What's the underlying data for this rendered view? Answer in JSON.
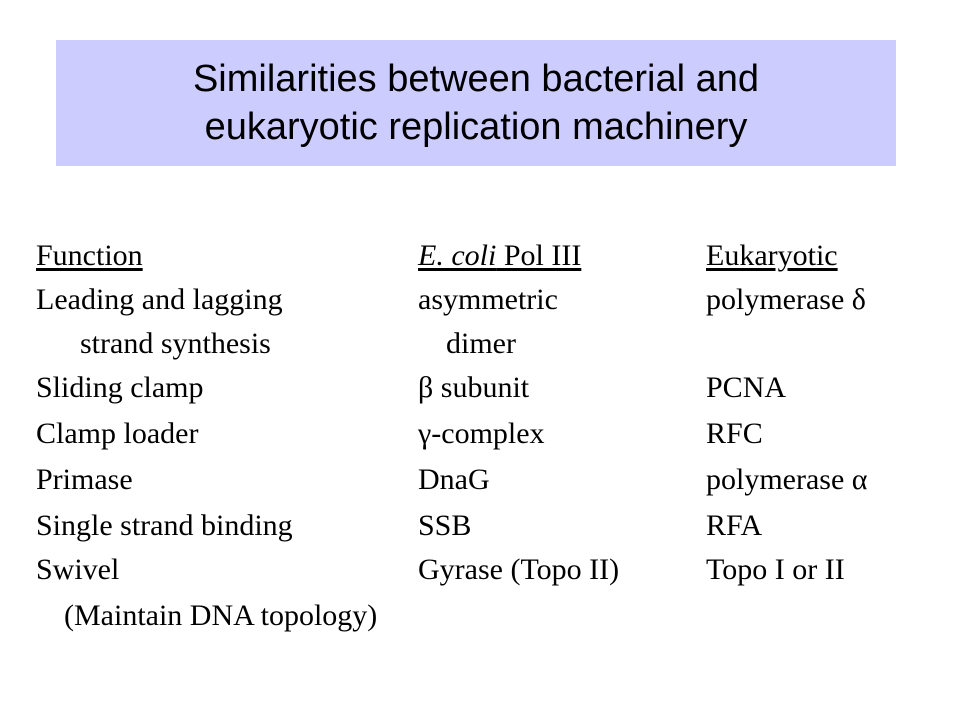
{
  "title": {
    "line1": "Similarities between bacterial and",
    "line2": "eukaryotic replication machinery"
  },
  "table": {
    "header": {
      "function": "Function",
      "ecoli_italic": "E. coli",
      "ecoli_rest": " Pol III",
      "eukaryotic": "Eukaryotic"
    },
    "rows": [
      {
        "function": "Leading and lagging",
        "ecoli": "asymmetric",
        "eukaryotic": "polymerase δ"
      },
      {
        "function": "strand synthesis",
        "ecoli": "dimer",
        "eukaryotic": ""
      },
      {
        "function": "Sliding clamp",
        "ecoli": "β subunit",
        "eukaryotic": "PCNA"
      },
      {
        "function": "Clamp loader",
        "ecoli": "γ-complex",
        "eukaryotic": "RFC"
      },
      {
        "function": "Primase",
        "ecoli": "DnaG",
        "eukaryotic": "polymerase α"
      },
      {
        "function": "Single strand binding",
        "ecoli": "SSB",
        "eukaryotic": "RFA"
      },
      {
        "function": "Swivel",
        "ecoli": "Gyrase (Topo II)",
        "eukaryotic": "Topo I or II"
      },
      {
        "function": "(Maintain DNA topology)",
        "ecoli": "",
        "eukaryotic": ""
      }
    ]
  }
}
